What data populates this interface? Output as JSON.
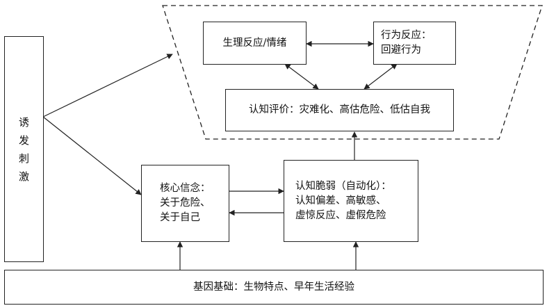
{
  "stimulus": {
    "chars": [
      "诱",
      "发",
      "刺",
      "激"
    ]
  },
  "physio_box": {
    "label": "生理反应/情绪"
  },
  "behavior_box": {
    "lines": [
      "行为反应：",
      "回避行为"
    ]
  },
  "appraisal_box": {
    "label": "认知评价：灾难化、高估危险、低估自我"
  },
  "core_belief_box": {
    "lines": [
      "核心信念：",
      "关于危险、",
      "关于自己"
    ]
  },
  "vulnerability_box": {
    "lines": [
      "认知脆弱（自动化）：",
      "认知偏差、高敏感、",
      "虚惊反应、虚假危险"
    ]
  },
  "foundation_box": {
    "label": "基因基础：生物特点、早年生活经验"
  }
}
